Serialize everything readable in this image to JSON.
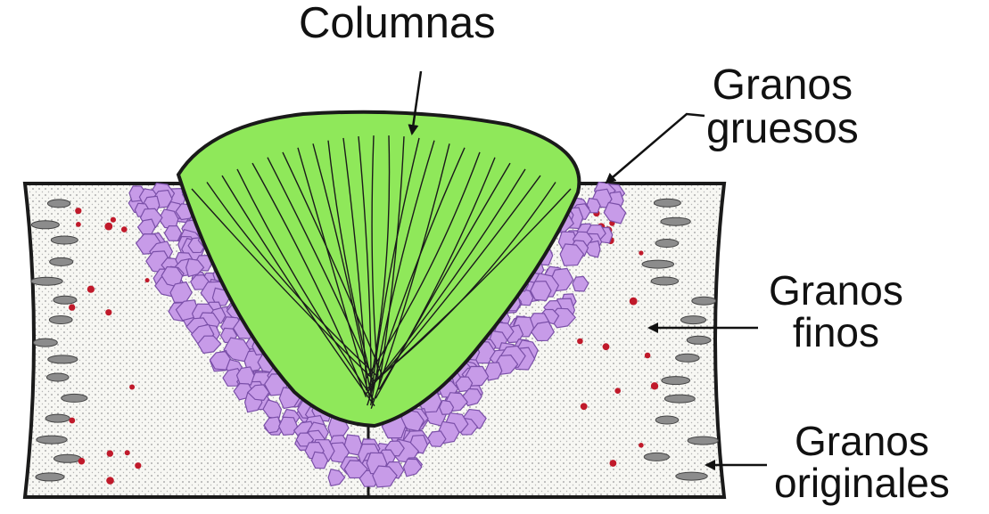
{
  "labels": {
    "columnas": "Columnas",
    "granos_gruesos": [
      "Granos",
      "gruesos"
    ],
    "granos_finos": [
      "Granos",
      "finos"
    ],
    "granos_originales": [
      "Granos",
      "originales"
    ]
  },
  "colors": {
    "weld_green": "#8fe85a",
    "coarse_grain_purple": "#c79be8",
    "fine_grain_red": "#c0192a",
    "original_grain_gray": "#8c8c8c",
    "outline": "#1a1a1a",
    "base_metal": "#f4f4f0"
  },
  "icons": [
    "arrow-icon"
  ]
}
